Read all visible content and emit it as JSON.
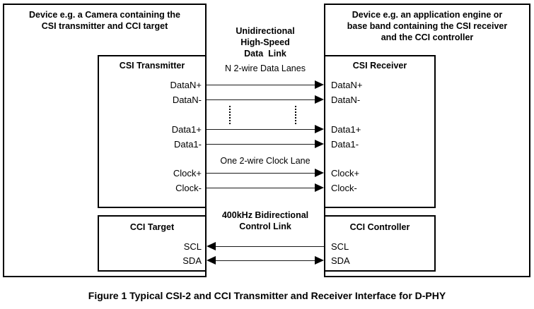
{
  "figure": {
    "caption": "Figure 1 Typical CSI-2 and CCI Transmitter and Receiver Interface for D-PHY"
  },
  "left_device": {
    "title_line1": "Device e.g. a Camera containing the",
    "title_line2": "CSI transmitter and CCI target",
    "csi_transmitter": {
      "title": "CSI Transmitter",
      "ports": [
        "DataN+",
        "DataN-",
        "Data1+",
        "Data1-",
        "Clock+",
        "Clock-"
      ]
    },
    "cci_target": {
      "title": "CCI Target",
      "ports": [
        "SCL",
        "SDA"
      ]
    }
  },
  "right_device": {
    "title_line1": "Device e.g. an application engine or",
    "title_line2": "base band containing the CSI receiver",
    "title_line3": "and the CCI controller",
    "csi_receiver": {
      "title": "CSI Receiver",
      "ports": [
        "DataN+",
        "DataN-",
        "Data1+",
        "Data1-",
        "Clock+",
        "Clock-"
      ]
    },
    "cci_controller": {
      "title": "CCI Controller",
      "ports": [
        "SCL",
        "SDA"
      ]
    }
  },
  "middle": {
    "hs_link_line1": "Unidirectional",
    "hs_link_line2": "High-Speed",
    "hs_link_line3": "Data  Link",
    "data_lanes_label": "N 2-wire Data Lanes",
    "clock_lane_label": "One 2-wire Clock Lane",
    "control_link_line1": "400kHz Bidirectional",
    "control_link_line2": "Control Link"
  },
  "colors": {
    "stroke": "#000000",
    "wire": "#1a1a1a",
    "background": "#ffffff"
  }
}
